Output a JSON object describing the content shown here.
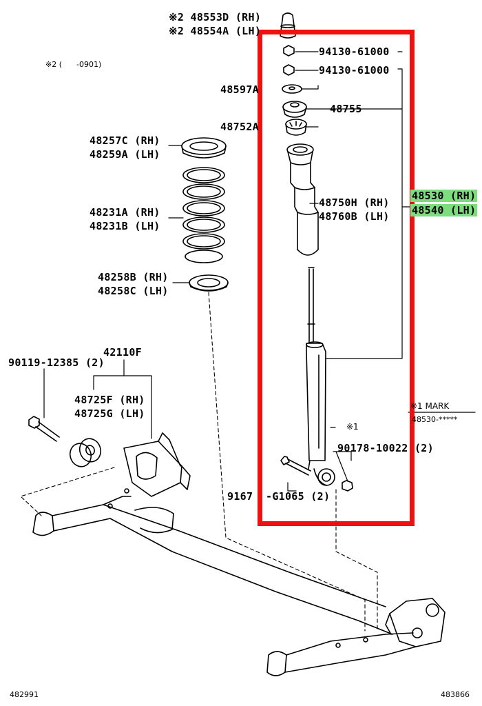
{
  "labels": {
    "top_bumper_rh": "※2 48553D (RH)",
    "top_bumper_lh": "※2 48554A (LH)",
    "note_range": "※2 (      -0901)",
    "nut1": "94130-61000",
    "nut2": "94130-61000",
    "washer": "48597A",
    "mount": "48755",
    "mount_cushion": "48752A",
    "upper_seat_rh": "48257C (RH)",
    "upper_seat_lh": "48259A (LH)",
    "coil_rh": "48231A (RH)",
    "coil_lh": "48231B (LH)",
    "boot_rh": "48750H (RH)",
    "boot_lh": "48760B (LH)",
    "absorber_rh": "48530 (RH)",
    "absorber_lh": "48540 (LH)",
    "lower_seat_rh": "48258B (RH)",
    "lower_seat_lh": "48258C (LH)",
    "beam": "42110F",
    "bolt_qty": "90119-12385 (2)",
    "bush_rh": "48725F (RH)",
    "bush_lh": "48725G (LH)",
    "mark_ref": "※1",
    "mark_title": "※1 MARK",
    "mark_value": "48530-*****",
    "nut_lower": "90178-10022 (2)",
    "bolt_lower": "9167  -G1065 (2)",
    "fig_left": "482991",
    "fig_right": "483866"
  },
  "colors": {
    "frame": "#ee1111",
    "highlight": "#7ddc7d",
    "line": "#000000"
  }
}
